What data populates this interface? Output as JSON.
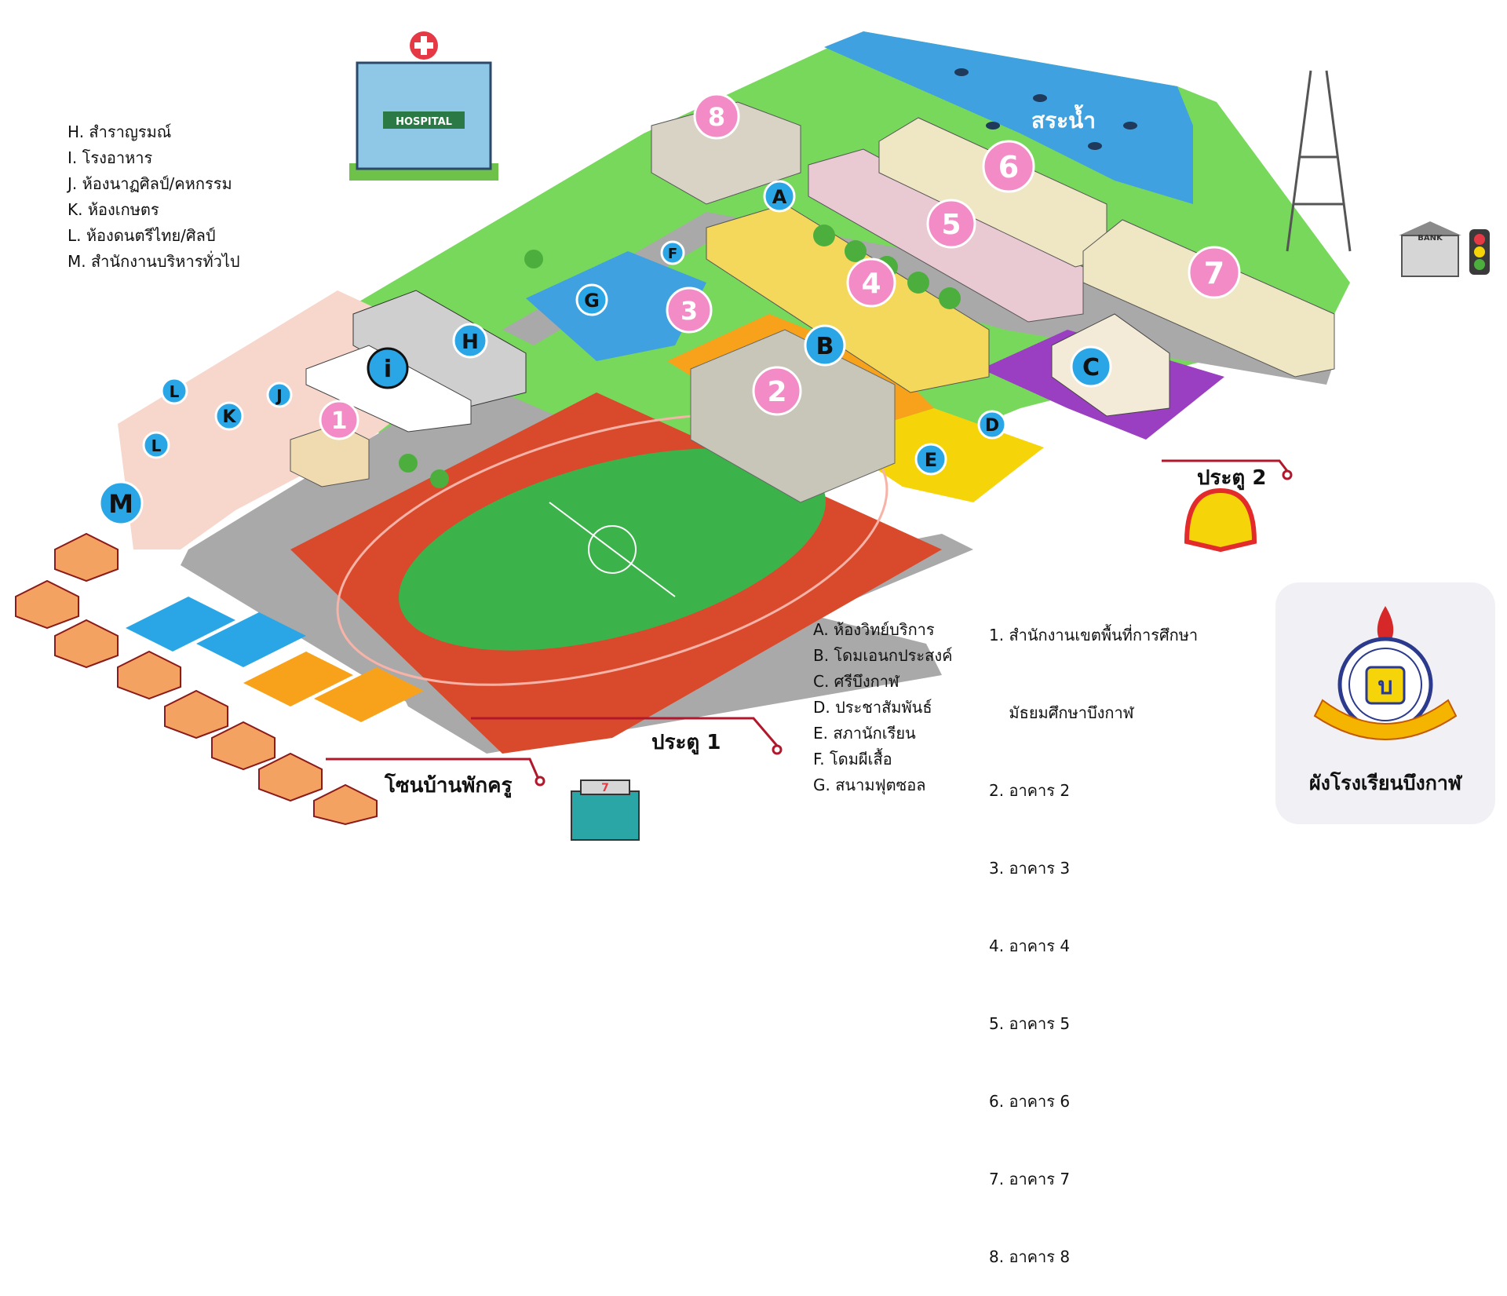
{
  "legend_left": {
    "items": [
      "H. สำราญรมณ์",
      "I.  โรงอาหาร",
      "J. ห้องนาฏศิลป์/คหกรรม",
      "K. ห้องเกษตร",
      "L. ห้องดนตรีไทย/ศิลป์",
      "M. สำนักงานบริหารทั่วไป"
    ]
  },
  "legend_mid": {
    "items": [
      "A.  ห้องวิทย์บริการ",
      "B.  โดมเอนกประสงค์",
      "C.  ศรีบึงกาฬ",
      "D.  ประชาสัมพันธ์",
      "E.  สภานักเรียน",
      "F.  โดมผีเสื้อ",
      "G. สนามฟุตซอล"
    ]
  },
  "legend_right": {
    "items": [
      "1. สำนักงานเขตพื้นที่การศึกษา",
      "    มัธยมศึกษาบึงกาฬ",
      "2. อาคาร 2",
      "3. อาคาร 3",
      "4. อาคาร 4",
      "5. อาคาร 5",
      "6. อาคาร 6",
      "7. อาคาร 7",
      "8. อาคาร 8"
    ]
  },
  "gates": {
    "gate1": "ประตู 1",
    "gate2": "ประตู 2"
  },
  "zones": {
    "teacher_housing": "โซนบ้านพักครู",
    "pond": "สระน้ำ"
  },
  "signs": {
    "hospital": "HOSPITAL",
    "bank": "BANK",
    "store": "7"
  },
  "markers": {
    "m1": "1",
    "m2": "2",
    "m3": "3",
    "m4": "4",
    "m5": "5",
    "m6": "6",
    "m7": "7",
    "m8": "8",
    "mA": "A",
    "mB": "B",
    "mC": "C",
    "mD": "D",
    "mE": "E",
    "mF": "F",
    "mG": "G",
    "mH": "H",
    "mI": "i",
    "mJ": "J",
    "mK": "K",
    "mL1": "L",
    "mL2": "L",
    "mM": "M"
  },
  "logo": {
    "title": "ผังโรงเรียนบึงกาฬ",
    "emblem_letter": "บ"
  },
  "colors": {
    "grass": "#77d85c",
    "pond": "#3fa1e0",
    "road": "#a9a9a9",
    "track": "#d94a2c",
    "field": "#3cb34a",
    "orange_zone": "#f7a21a",
    "yellow_zone": "#f6d40a",
    "purple_zone": "#9b3fc2",
    "pink_zone": "#f7d6cc",
    "number_marker": "#f28bc6",
    "letter_marker": "#2aa6e6",
    "guide_line": "#b2182b"
  }
}
